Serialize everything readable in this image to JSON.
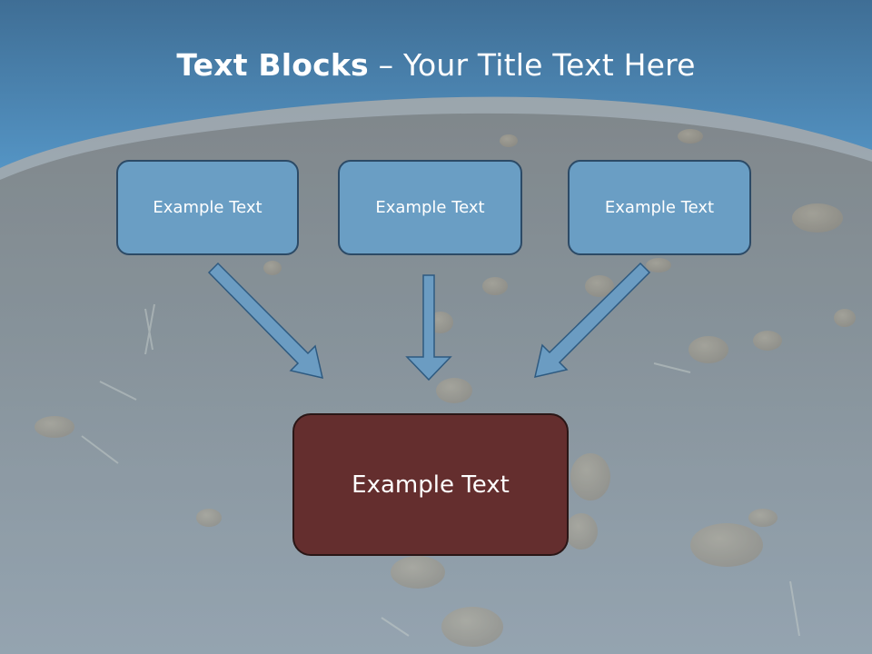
{
  "title": {
    "bold": "Text Blocks",
    "dash": " – ",
    "rest": "Your Title Text Here"
  },
  "blocks": [
    {
      "label": "Example Text"
    },
    {
      "label": "Example Text"
    },
    {
      "label": "Example Text"
    }
  ],
  "target": {
    "label": "Example Text"
  },
  "colors": {
    "header_blue": "#4f88b6",
    "box_fill": "#6a9ec4",
    "box_border": "#2c4a66",
    "target_fill": "#642e2e",
    "arrow_fill": "#6b9cc2"
  }
}
